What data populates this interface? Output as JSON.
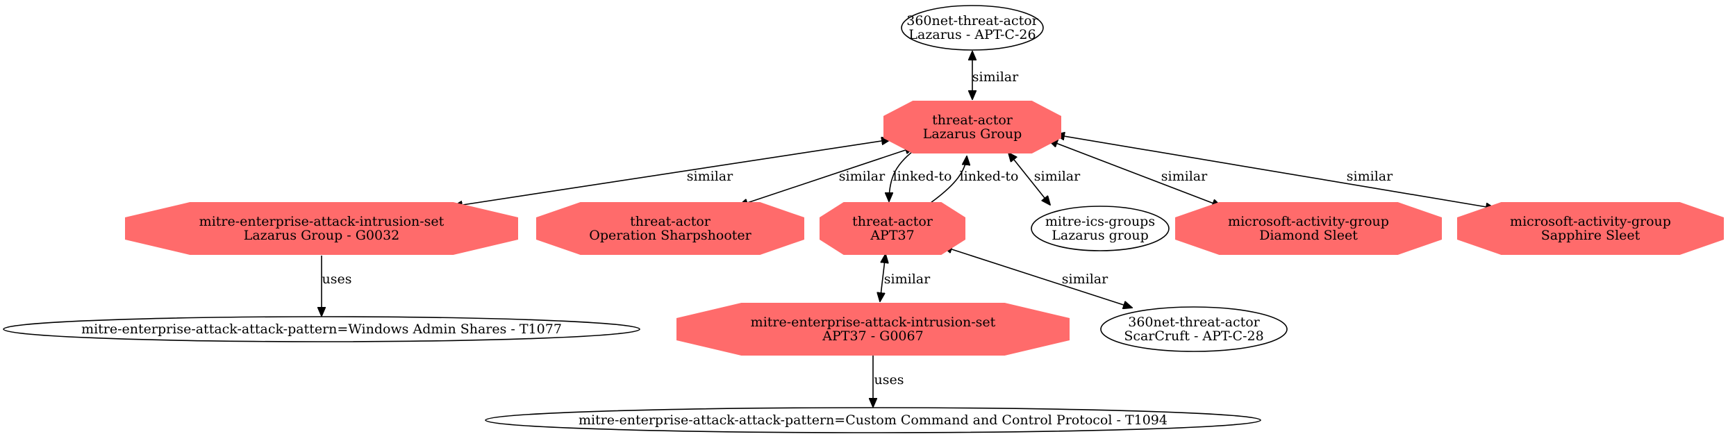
{
  "colors": {
    "highlight_fill": "#ff6b6b",
    "default_fill": "#ffffff",
    "stroke": "#000000"
  },
  "nodes": {
    "n360_lazarus": {
      "line1": "360net-threat-actor",
      "line2": "Lazarus - APT-C-26",
      "shape": "ellipse",
      "highlighted": false
    },
    "lazarus_group": {
      "line1": "threat-actor",
      "line2": "Lazarus Group",
      "shape": "octagon",
      "highlighted": true
    },
    "g0032": {
      "line1": "mitre-enterprise-attack-intrusion-set",
      "line2": "Lazarus Group - G0032",
      "shape": "octagon",
      "highlighted": true
    },
    "sharpshooter": {
      "line1": "threat-actor",
      "line2": "Operation Sharpshooter",
      "shape": "octagon",
      "highlighted": true
    },
    "apt37": {
      "line1": "threat-actor",
      "line2": "APT37",
      "shape": "octagon",
      "highlighted": true
    },
    "ics_lazarus": {
      "line1": "mitre-ics-groups",
      "line2": "Lazarus group",
      "shape": "ellipse",
      "highlighted": false
    },
    "diamond_sleet": {
      "line1": "microsoft-activity-group",
      "line2": "Diamond Sleet",
      "shape": "octagon",
      "highlighted": true
    },
    "sapphire_sleet": {
      "line1": "microsoft-activity-group",
      "line2": "Sapphire Sleet",
      "shape": "octagon",
      "highlighted": true
    },
    "t1077": {
      "line1": "mitre-enterprise-attack-attack-pattern=Windows Admin Shares - T1077",
      "shape": "ellipse",
      "highlighted": false
    },
    "g0067": {
      "line1": "mitre-enterprise-attack-intrusion-set",
      "line2": "APT37 - G0067",
      "shape": "octagon",
      "highlighted": true
    },
    "scarcruft": {
      "line1": "360net-threat-actor",
      "line2": "ScarCruft - APT-C-28",
      "shape": "ellipse",
      "highlighted": false
    },
    "t1094": {
      "line1": "mitre-enterprise-attack-attack-pattern=Custom Command and Control Protocol - T1094",
      "shape": "ellipse",
      "highlighted": false
    }
  },
  "edges": [
    {
      "from": "n360_lazarus",
      "to": "lazarus_group",
      "label": "similar",
      "bidirectional": true
    },
    {
      "from": "lazarus_group",
      "to": "g0032",
      "label": "similar",
      "bidirectional": true
    },
    {
      "from": "lazarus_group",
      "to": "sharpshooter",
      "label": "similar",
      "bidirectional": true
    },
    {
      "from": "lazarus_group",
      "to": "apt37",
      "label": "linked-to",
      "bidirectional": false
    },
    {
      "from": "apt37",
      "to": "lazarus_group",
      "label": "linked-to",
      "bidirectional": false
    },
    {
      "from": "lazarus_group",
      "to": "ics_lazarus",
      "label": "similar",
      "bidirectional": true
    },
    {
      "from": "lazarus_group",
      "to": "diamond_sleet",
      "label": "similar",
      "bidirectional": true
    },
    {
      "from": "lazarus_group",
      "to": "sapphire_sleet",
      "label": "similar",
      "bidirectional": true
    },
    {
      "from": "g0032",
      "to": "t1077",
      "label": "uses",
      "bidirectional": false
    },
    {
      "from": "apt37",
      "to": "g0067",
      "label": "similar",
      "bidirectional": true
    },
    {
      "from": "apt37",
      "to": "scarcruft",
      "label": "similar",
      "bidirectional": true
    },
    {
      "from": "g0067",
      "to": "t1094",
      "label": "uses",
      "bidirectional": false
    }
  ]
}
